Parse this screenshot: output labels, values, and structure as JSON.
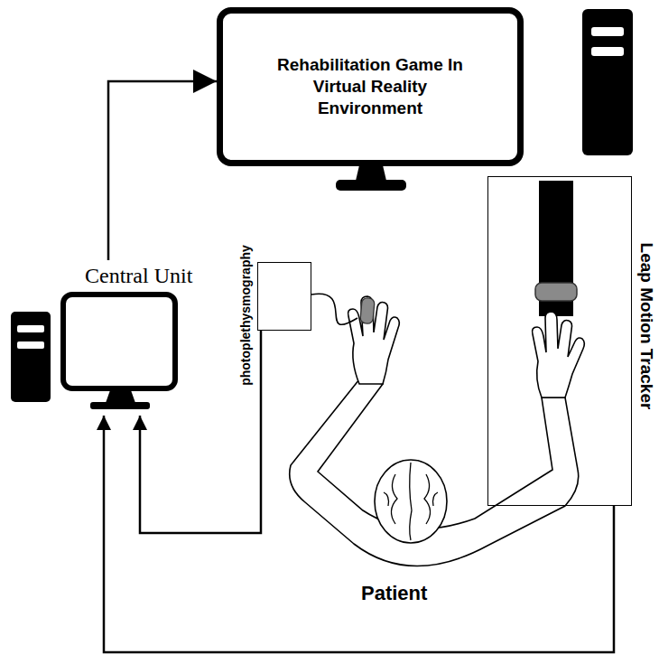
{
  "diagram": {
    "nodes": [
      {
        "text": [
          "Rehabilitation Game In Virtual Reality Environment"
        ]
      },
      {
        "text": [
          "Central Unit"
        ]
      },
      {
        "text": [
          "photoplethysmography"
        ]
      },
      {
        "text": [
          "Leap Motion Tracker"
        ]
      }
    ],
    "edges": [
      {
        "from": 1,
        "to": 0,
        "arrow": "to"
      },
      {
        "from": 2,
        "to": 1,
        "arrow": "to"
      },
      {
        "from": 3,
        "to": 1,
        "arrow": "to"
      }
    ],
    "labels": [
      "Patient"
    ]
  }
}
